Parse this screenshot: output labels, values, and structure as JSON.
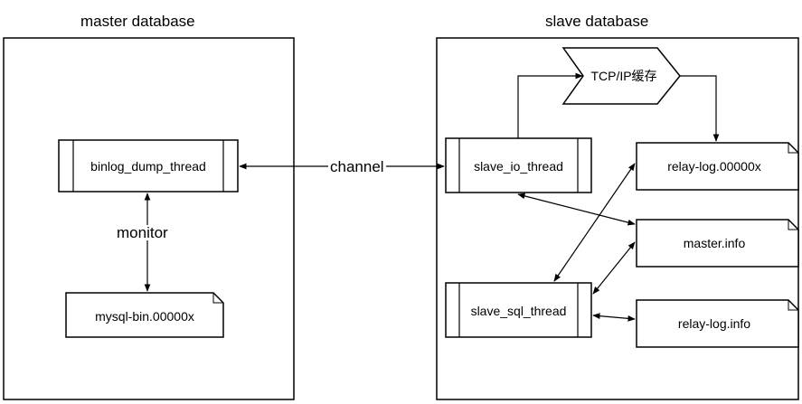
{
  "master": {
    "title": "master database"
  },
  "slave": {
    "title": "slave database"
  },
  "nodes": {
    "binlog_dump_thread": "binlog_dump_thread",
    "mysql_bin": "mysql-bin.00000x",
    "slave_io_thread": "slave_io_thread",
    "slave_sql_thread": "slave_sql_thread",
    "tcp_ip_cache": "TCP/IP缓存",
    "relay_log": "relay-log.00000x",
    "master_info": "master.info",
    "relay_log_info": "relay-log.info"
  },
  "edges": {
    "channel": "channel",
    "monitor": "monitor"
  }
}
